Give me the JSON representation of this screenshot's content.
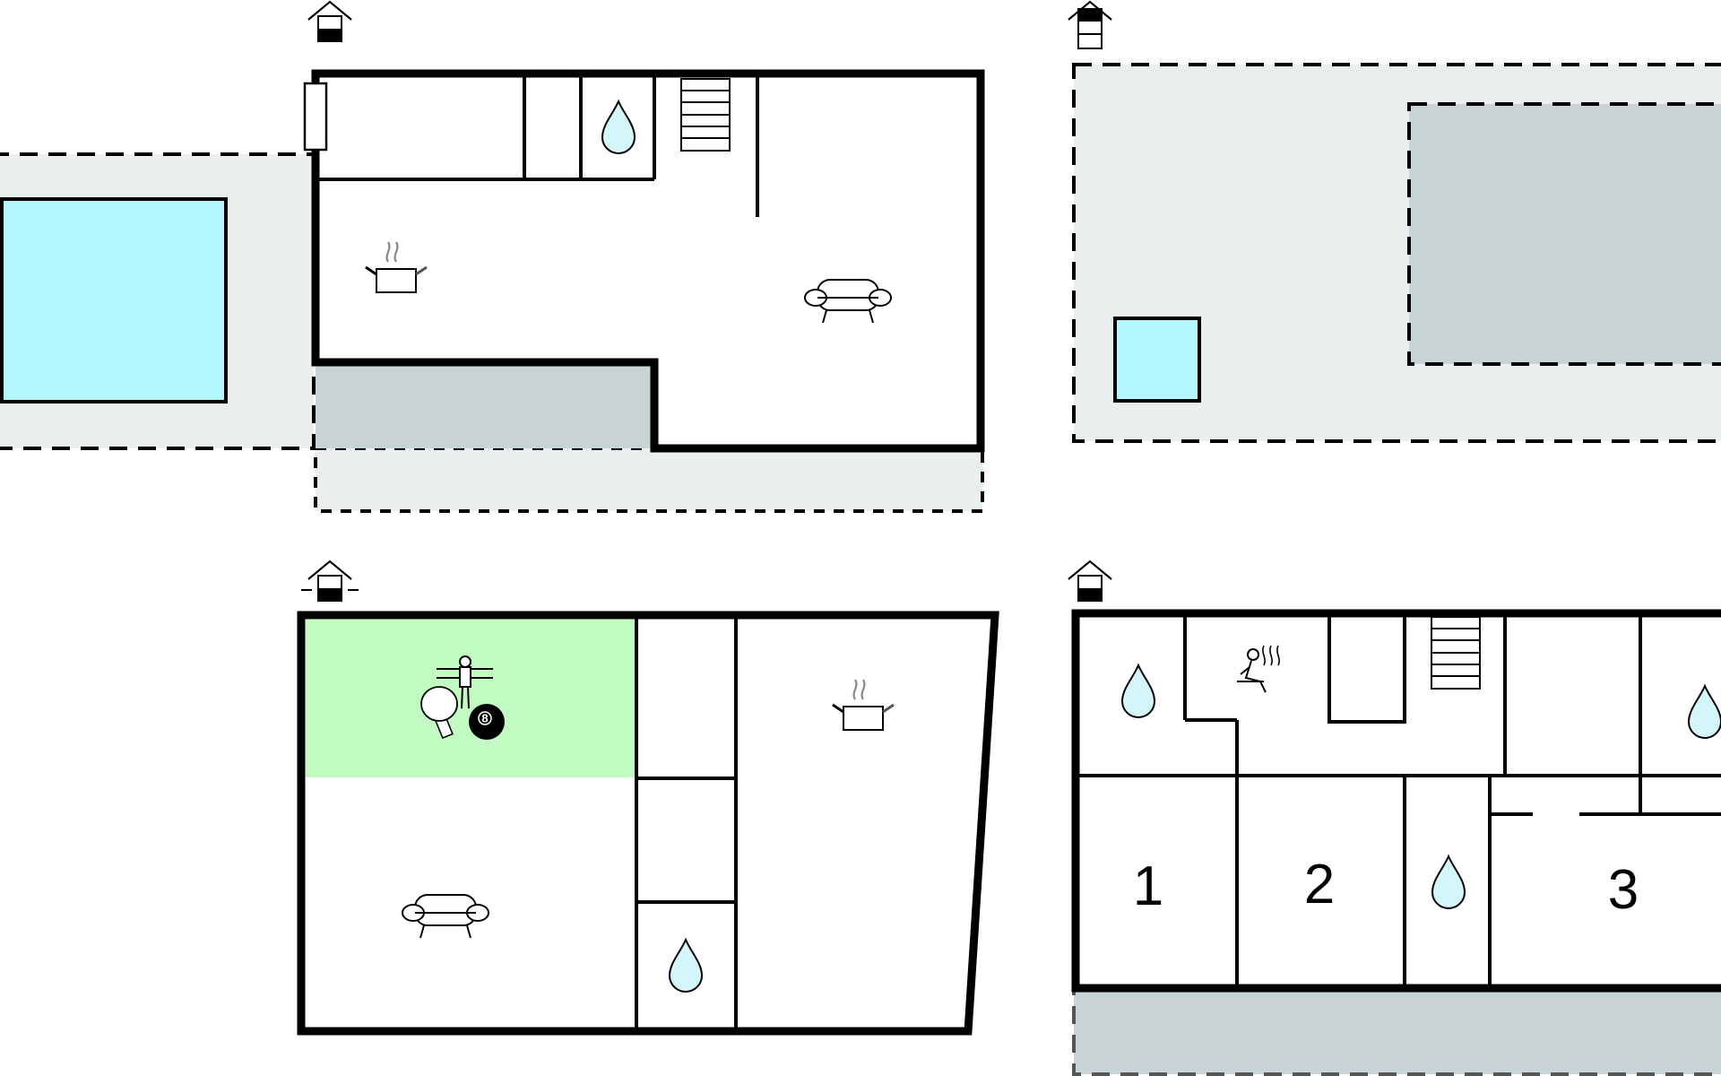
{
  "colors": {
    "wall": "#000000",
    "terrace": "#e9eeee",
    "covered_area": "#c7d3d4",
    "pool": "#b3f6fb",
    "water": "#d4f5fa",
    "games_room": "#c1fbc1",
    "background": "#ffffff"
  },
  "icons": [
    "house-floor-icon",
    "water-drop-icon",
    "stairs-icon",
    "cooking-pot-icon",
    "sofa-icon",
    "sauna-icon",
    "table-football-icon",
    "table-tennis-icon",
    "billiard-ball-icon"
  ],
  "plans": {
    "bottom_right": {
      "rooms": [
        {
          "number": "1"
        },
        {
          "number": "2"
        },
        {
          "number": "3"
        }
      ]
    },
    "bottom_left": {
      "billiard_ball": "8"
    }
  }
}
